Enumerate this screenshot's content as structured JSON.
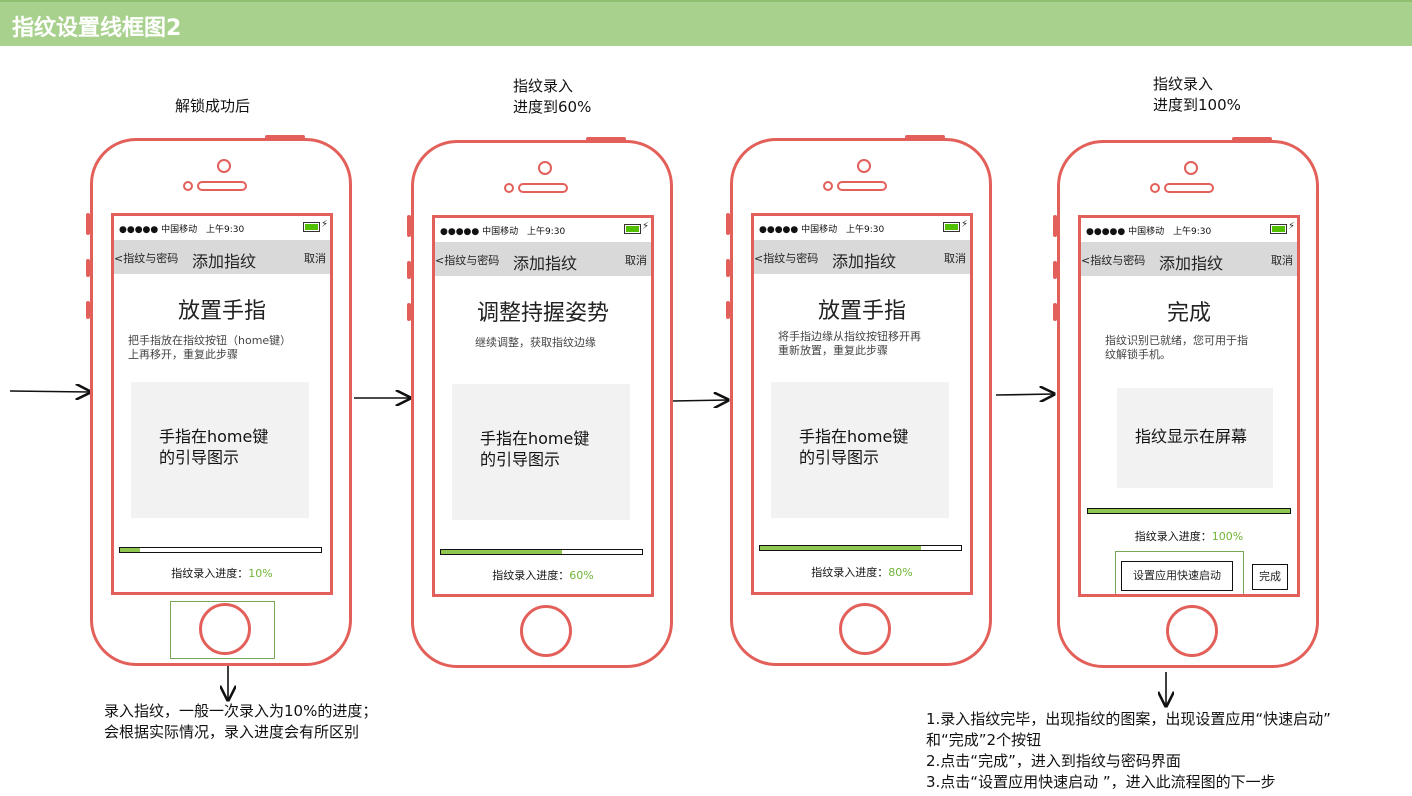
{
  "diagram_title": "指纹设置线框图2",
  "steps": [
    {
      "label": "解锁成功后",
      "heading": "放置手指",
      "desc": [
        "把手指放在指纹按钮（home键）",
        "上再移开，重复此步骤"
      ],
      "guide": [
        "手指在home键",
        "的引导图示"
      ],
      "progress_label": "指纹录入进度：",
      "progress_value": "10%",
      "progress": 0.1
    },
    {
      "label_lines": [
        "指纹录入",
        "进度到60%"
      ],
      "heading": "调整持握姿势",
      "desc": [
        "继续调整，获取指纹边缘"
      ],
      "guide": [
        "手指在home键",
        "的引导图示"
      ],
      "progress_label": "指纹录入进度：",
      "progress_value": "60%",
      "progress": 0.6
    },
    {
      "heading": "放置手指",
      "desc": [
        "将手指边缘从指纹按钮移开再",
        "重新放置，重复此步骤"
      ],
      "guide": [
        "手指在home键",
        "的引导图示"
      ],
      "progress_label": "指纹录入进度：",
      "progress_value": "80%",
      "progress": 0.8
    },
    {
      "label_lines": [
        "指纹录入",
        "进度到100%"
      ],
      "heading": "完成",
      "desc": [
        "指纹识别已就绪，您可用于指",
        "纹解锁手机。"
      ],
      "guide": [
        "指纹显示在屏幕"
      ],
      "progress_label": "指纹录入进度：",
      "progress_value": "100%",
      "progress": 1.0,
      "button_setup": "设置应用快速启动",
      "button_done": "完成"
    }
  ],
  "status": {
    "signal": "●●●●● 中国移动",
    "time": "上午9:30",
    "bolt": "⚡"
  },
  "nav": {
    "back": "<指纹与密码",
    "title": "添加指纹",
    "cancel": "取消"
  },
  "note_left": [
    "录入指纹，一般一次录入为10%的进度；",
    "会根据实际情况，录入进度会有所区别"
  ],
  "note_right": [
    "1.录入指纹完毕，出现指纹的图案，出现设置应用“快速启动”",
    " 和“完成”2个按钮",
    "2.点击“完成”，进入到指纹与密码界面",
    "3.点击“设置应用快速启动 ”，进入此流程图的下一步"
  ],
  "colors": {
    "phone_outline": "#e3605a",
    "progress_fill": "#8fc64f",
    "title_bar": "#a9d18e"
  }
}
